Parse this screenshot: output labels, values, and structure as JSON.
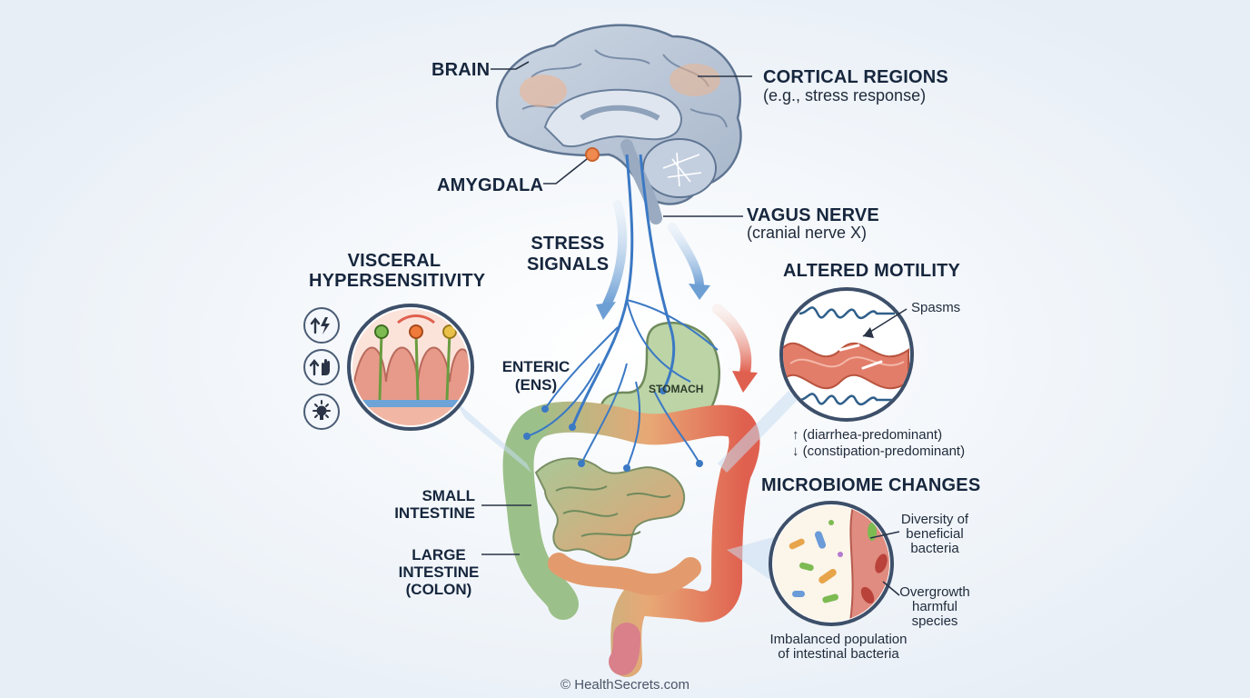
{
  "labels": {
    "brain": "BRAIN",
    "cortical_title": "CORTICAL REGIONS",
    "cortical_sub": "(e.g., stress response)",
    "amygdala": "AMYGDALA",
    "vagus_title": "VAGUS NERVE",
    "vagus_sub": "(cranial nerve X)",
    "stress_1": "STRESS",
    "stress_2": "SIGNALS",
    "visceral_1": "VISCERAL",
    "visceral_2": "HYPERSENSITIVITY",
    "enteric_1": "ENTERIC",
    "enteric_2": "(ENS)",
    "stomach": "STOMACH",
    "small_1": "SMALL",
    "small_2": "INTESTINE",
    "large_1": "LARGE",
    "large_2": "INTESTINE",
    "large_3": "(COLON)",
    "altered": "ALTERED MOTILITY",
    "spasms": "Spasms",
    "diarrhea": "↑ (diarrhea-predominant)",
    "constipation": "↓ (constipation-predominant)",
    "microbiome": "MICROBIOME CHANGES",
    "diversity_1": "Diversity of",
    "diversity_2": "beneficial",
    "diversity_3": "bacteria",
    "overgrowth_1": "Overgrowth",
    "overgrowth_2": "harmful",
    "overgrowth_3": "species",
    "imbalance_1": "Imbalanced population",
    "imbalance_2": "of intestinal bacteria",
    "copyright": "© HealthSecrets.com"
  },
  "icons": [
    "pain-signal-icon",
    "touch-sensitivity-icon",
    "alert-bulb-icon"
  ],
  "colors": {
    "background": "#eef3f8",
    "brain": "#b9c6d8",
    "nerve": "#3b79c4",
    "small_intestine": "#9cc08a",
    "large_intestine": "#e59a6a",
    "inflamed": "#e0604f",
    "stomach": "#bcd4a6"
  }
}
